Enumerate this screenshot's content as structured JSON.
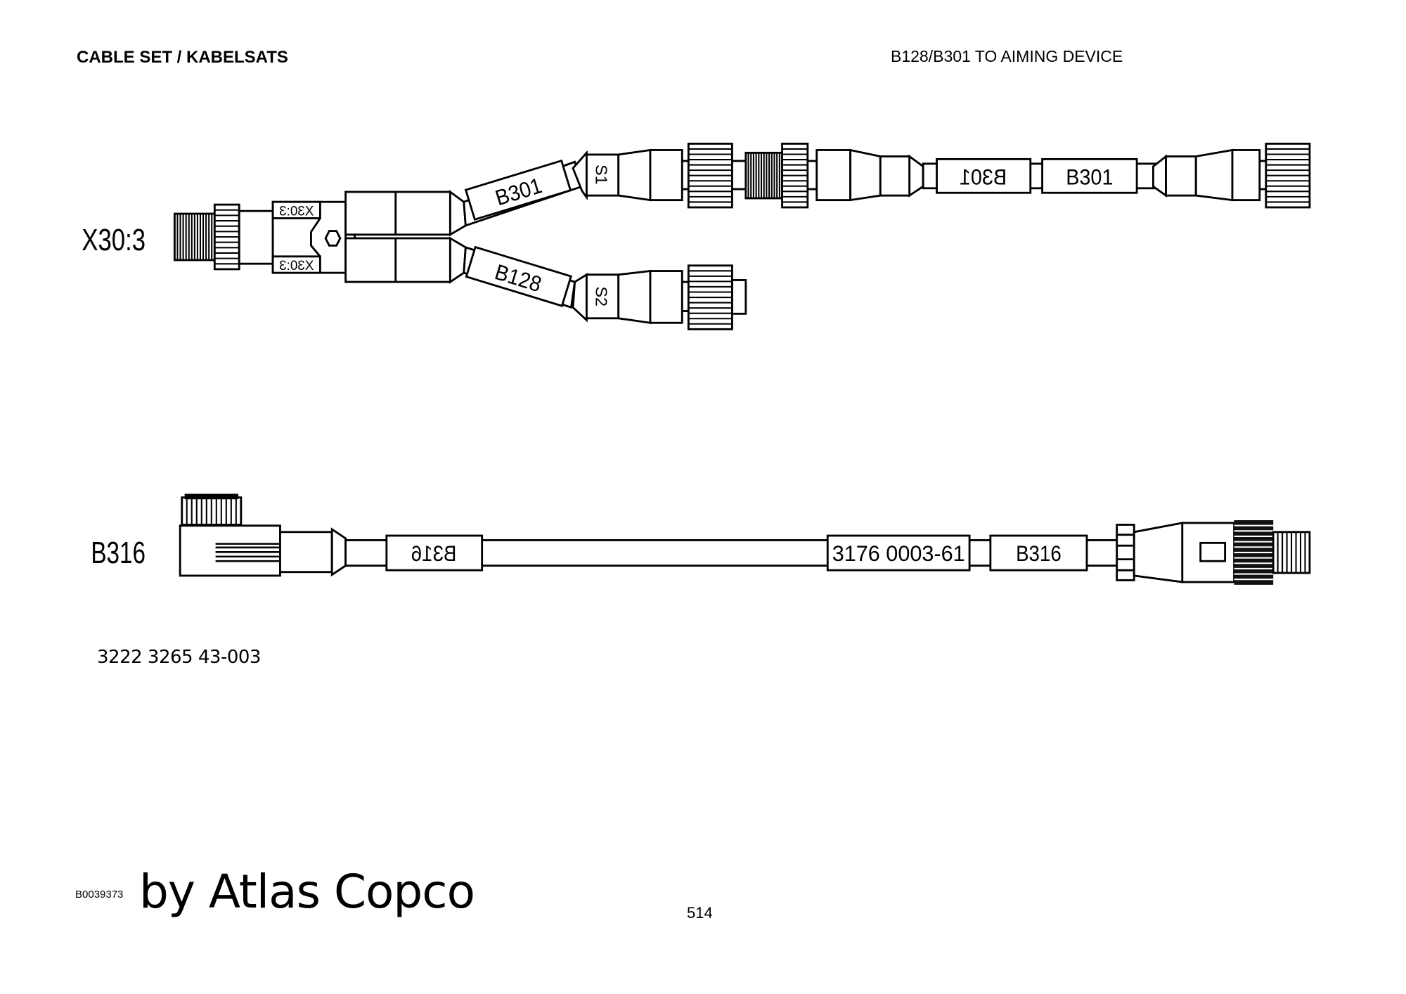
{
  "header": {
    "title": "CABLE SET / KABELSATS",
    "subtitle": "B128/B301 TO AIMING DEVICE"
  },
  "drawing_top": {
    "label": "X30:3",
    "connector_tag": "X30:3",
    "branch_upper_tag": "B301",
    "branch_lower_tag": "B128",
    "sleeve_upper": "S1",
    "sleeve_lower": "S2",
    "extension_tag_left": "B301",
    "extension_tag_right": "B301"
  },
  "drawing_bottom": {
    "label": "B316",
    "tag_left": "B316",
    "tag_part": "3176 0003-61",
    "tag_right": "B316"
  },
  "part_number": "3222 3265 43-003",
  "footer": {
    "doc_id": "B0039373",
    "brand": "by Atlas Copco",
    "page_number": "514"
  }
}
